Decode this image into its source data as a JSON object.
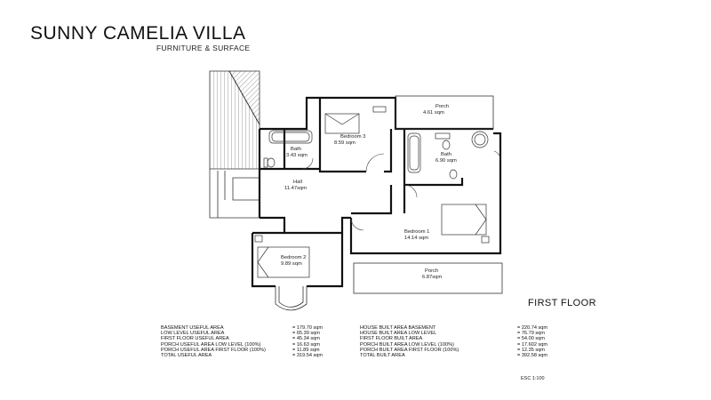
{
  "header": {
    "title": "SUNNY CAMELIA VILLA",
    "subtitle": "FURNITURE & SURFACE"
  },
  "floor_label": "FIRST FLOOR",
  "scale": "ESC  1:100",
  "rooms": [
    {
      "name": "Porch",
      "area": "4.61 sqm"
    },
    {
      "name": "Bedroom 3",
      "area": "8.59 sqm"
    },
    {
      "name": "Bath",
      "area": "3.43 sqm"
    },
    {
      "name": "Bath",
      "area": "6.90 sqm"
    },
    {
      "name": "Hall",
      "area": "11.47sqm"
    },
    {
      "name": "Bedroom 1",
      "area": "14.14 sqm"
    },
    {
      "name": "Bedroom 2",
      "area": "9.89 sqm"
    },
    {
      "name": "Porch",
      "area": "6.87sqm"
    }
  ],
  "areas": [
    {
      "label": "BASEMENT USEFUL AREA",
      "value": "= 179.70 sqm",
      "label2": "HOUSE BUILT AREA  BASEMENT",
      "value2": "= 220.74 sqm"
    },
    {
      "label": "LOW LEVEL USEFUL AREA",
      "value": "= 65.39 sqm",
      "label2": "HOUSE BUILT AREA LOW LEVEL",
      "value2": "= 76.79 sqm"
    },
    {
      "label": "FIRST FLOOR USEFUL AREA",
      "value": "= 45.34 sqm",
      "label2": "FIRST FLOOR BUILT AREA",
      "value2": "= 54.00 sqm"
    },
    {
      "label": "PORCH USEFUL AREA LOW LEVEL (100%)",
      "value": "= 16.63 sqm",
      "label2": "PORCH BUILT AREA LOW LEVEL (100%)",
      "value2": "= 17.602 sqm"
    },
    {
      "label": "PORCH USEFUL AREA FIRST FLOOR (100%)",
      "value": "= 11.89 sqm",
      "label2": "PORCH BUILT AREA FIRST FLOOR (100%)",
      "value2": "= 12.35 sqm"
    },
    {
      "label": "TOTAL USEFUL AREA",
      "value": "= 319.54 sqm",
      "label2": "TOTAL BUILT AREA",
      "value2": "= 392.58 sqm"
    }
  ]
}
